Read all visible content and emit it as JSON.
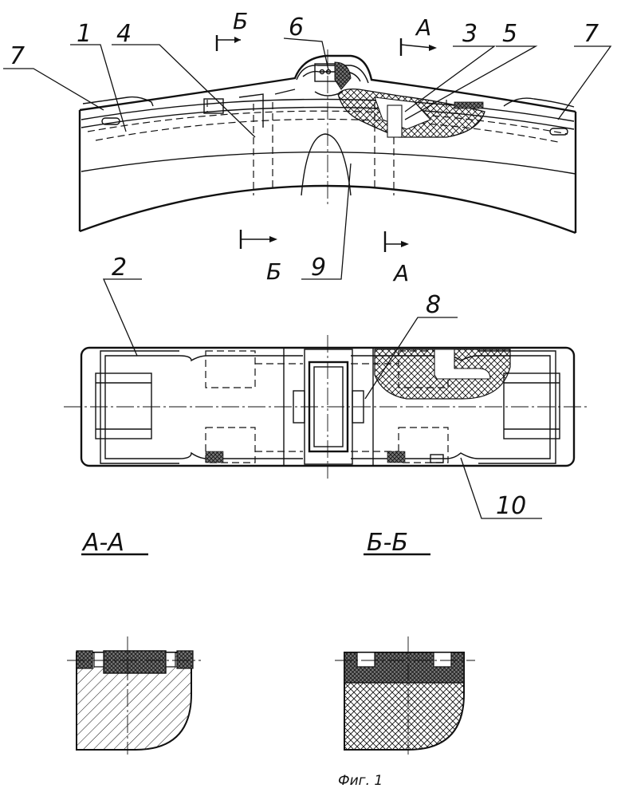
{
  "labels": {
    "n1": "1",
    "n2": "2",
    "n3": "3",
    "n4": "4",
    "n5": "5",
    "n6": "6",
    "n7_left": "7",
    "n7_right": "7",
    "n8": "8",
    "n9": "9",
    "n10": "10"
  },
  "section_marks": {
    "b_top": "Б",
    "a_top": "А",
    "b_bottom": "Б",
    "a_bottom": "А"
  },
  "section_titles": {
    "aa": "А-А",
    "bb": "Б-Б"
  },
  "caption": "Фиг. 1",
  "colors": {
    "ink": "#111111",
    "paper": "#ffffff",
    "fill_dark": "#555555"
  }
}
